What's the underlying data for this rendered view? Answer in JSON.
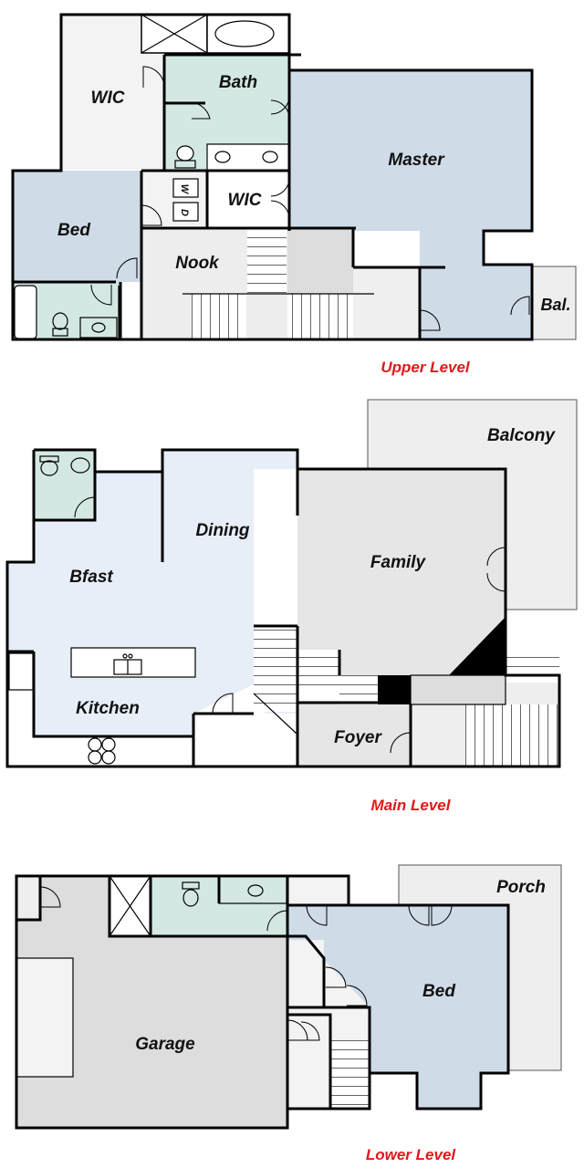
{
  "colors": {
    "blue_room": "#d0dbe8",
    "light_blue": "#e8eef7",
    "bath_teal": "#d4e8e3",
    "gray_floor": "#e6e6e6",
    "light_gray": "#efefef",
    "garage_gray": "#dddddd",
    "outdoor": "#eeeeee",
    "level_label": "#e0191b"
  },
  "upper_level": {
    "title": "Upper Level",
    "rooms": {
      "wic_left": "WIC",
      "bath": "Bath",
      "master": "Master",
      "bed": "Bed",
      "wic_mid": "WIC",
      "nook": "Nook",
      "balcony": "Bal."
    },
    "washer_label": "W",
    "dryer_label": "D"
  },
  "main_level": {
    "title": "Main Level",
    "rooms": {
      "balcony": "Balcony",
      "dining": "Dining",
      "family": "Family",
      "bfast": "Bfast",
      "kitchen": "Kitchen",
      "foyer": "Foyer"
    }
  },
  "lower_level": {
    "title": "Lower Level",
    "rooms": {
      "porch": "Porch",
      "bed": "Bed",
      "garage": "Garage"
    }
  }
}
